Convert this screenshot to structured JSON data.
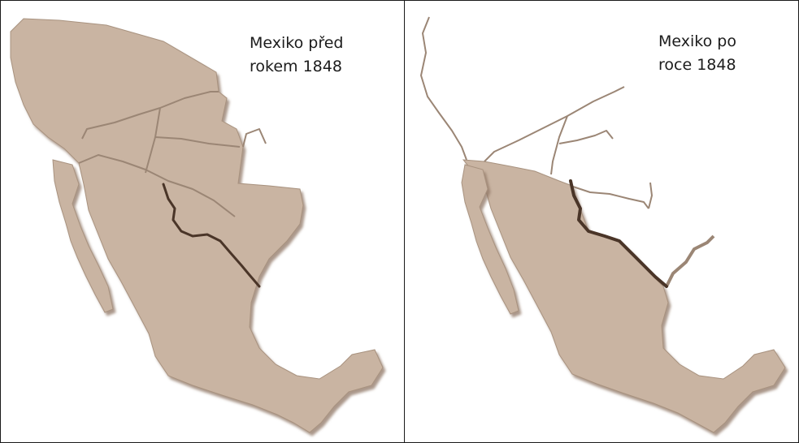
{
  "panels": {
    "before": {
      "caption_line1": "Mexiko před",
      "caption_line2": "rokem 1848"
    },
    "after": {
      "caption_line1": "Mexiko po",
      "caption_line2": "roce 1848"
    }
  },
  "colors": {
    "land": "#c9b4a2",
    "land_shadow": "#8f7564",
    "border_line": "#9b8675",
    "river": "#4a3528",
    "frame": "#1a1a1a"
  }
}
